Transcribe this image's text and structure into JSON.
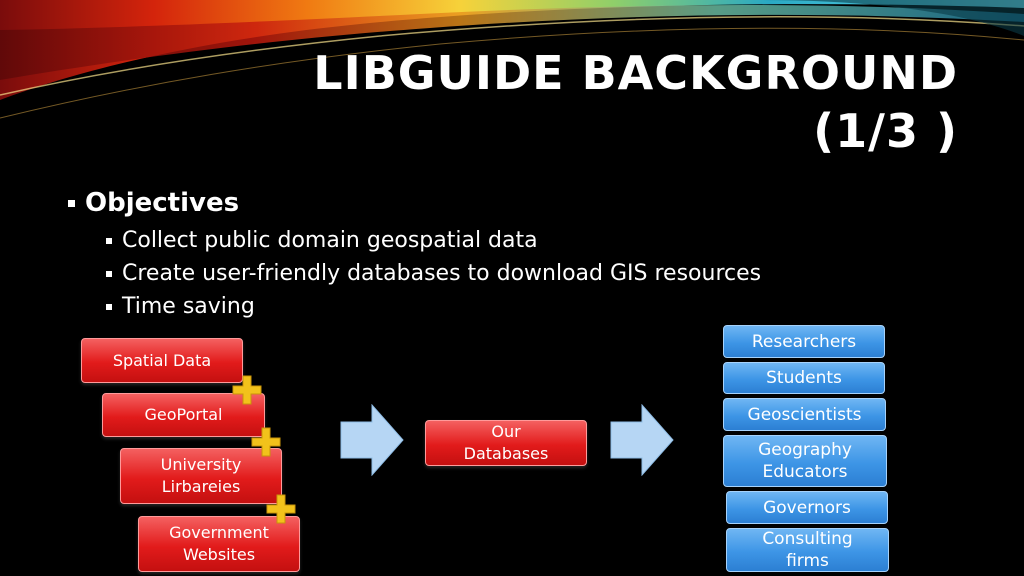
{
  "title": {
    "line1": "LIBGUIDE BACKGROUND",
    "line2": "(1/3 )"
  },
  "objectives": {
    "heading": "Objectives",
    "items": [
      "Collect public domain geospatial data",
      "Create user-friendly databases to download GIS resources",
      "Time saving"
    ]
  },
  "sources": {
    "items": [
      "Spatial Data",
      "GeoPortal",
      "University Lirbareies",
      "Government Websites"
    ],
    "line_breaks": {
      "university_1": "University",
      "university_2": "Lirbareies",
      "gov_1": "Government",
      "gov_2": "Websites"
    }
  },
  "center": {
    "line1": "Our",
    "line2": "Databases"
  },
  "audience": {
    "items": [
      "Researchers",
      "Students",
      "Geoscientists"
    ],
    "geography_1": "Geography",
    "geography_2": "Educators",
    "governors": "Governors",
    "consulting_1": "Consulting",
    "consulting_2": "firms"
  },
  "colors": {
    "source_box": "#e21b1b",
    "audience_box": "#3d95e6",
    "plus": "#f2c21b",
    "arrow": "#b6d6f4"
  }
}
